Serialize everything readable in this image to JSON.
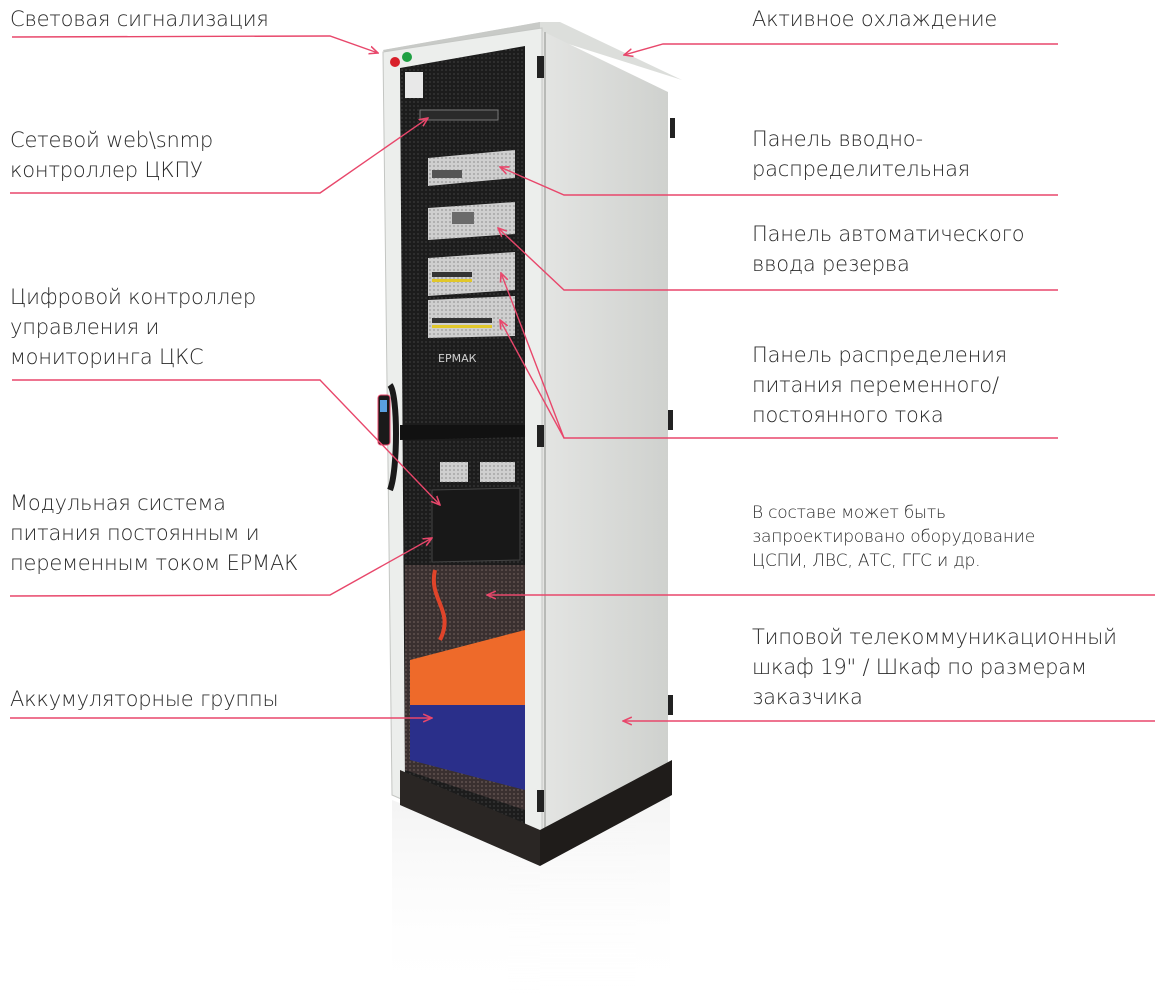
{
  "colors": {
    "leader_line": "#e8476b",
    "text": "#2b2b2b",
    "cabinet_body": "#d9dbd8",
    "cabinet_frame": "#eceeec",
    "rack_interior": "#1e1e1e",
    "battery_top": "#ee6a2a",
    "battery_body": "#2a2f8a",
    "plinth": "#2a2624",
    "lamp_red": "#d8202a",
    "lamp_green": "#1fa043"
  },
  "brand_logo_text": "ЕРМАК",
  "callouts_left": [
    {
      "id": "light-signal",
      "text": "Световая сигнализация"
    },
    {
      "id": "network-controller",
      "text": "Сетевой web\\snmp\nконтроллер ЦКПУ"
    },
    {
      "id": "digital-controller",
      "text": "Цифровой контроллер\nуправления и\nмониторинга ЦКС"
    },
    {
      "id": "modular-power",
      "text": "Модульная система\nпитания постоянным и\nпеременным током ЕРМАК"
    },
    {
      "id": "battery-groups",
      "text": "Аккумуляторные группы"
    }
  ],
  "callouts_right": [
    {
      "id": "active-cooling",
      "text": "Активное охлаждение"
    },
    {
      "id": "input-distribution-panel",
      "text": "Панель вводно-\nраспределительная"
    },
    {
      "id": "ats-panel",
      "text": "Панель автоматического\nввода резерва"
    },
    {
      "id": "ac-dc-distribution-panel",
      "text": "Панель распределения\nпитания переменного/\nпостоянного тока"
    },
    {
      "id": "optional-equipment",
      "text": "В составе может быть\nзапроектировано оборудование\nЦСПИ, ЛВС, АТС, ГГС и др."
    },
    {
      "id": "cabinet-type",
      "text": "Типовой телекоммуникационный\nшкаф 19\" / Шкаф по размерам\nзаказчика"
    }
  ]
}
